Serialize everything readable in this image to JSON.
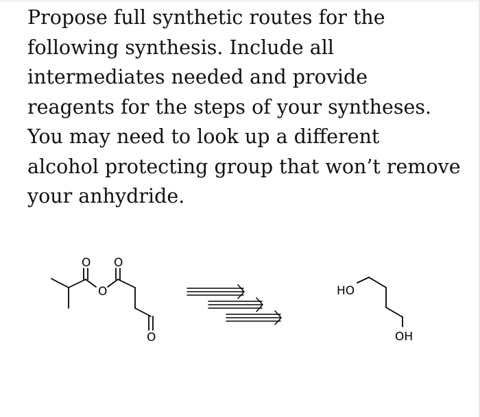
{
  "question": {
    "lines": [
      "Propose full synthetic routes for the",
      "following synthesis. Include all",
      "intermediates needed and provide",
      "reagents for the steps of your syntheses.",
      "You may need to look up a different",
      "alcohol protecting group that won’t remove",
      "your anhydride."
    ]
  },
  "scheme": {
    "product_labels": {
      "carbonyl_oxygen_left": "O",
      "carbonyl_oxygen_right": "O",
      "ester_oxygen": "O",
      "aldehyde_oxygen": "O"
    },
    "reactant_labels": {
      "hydroxyl_left": "HO",
      "hydroxyl_right": "OH"
    },
    "arrow_count": 3
  }
}
